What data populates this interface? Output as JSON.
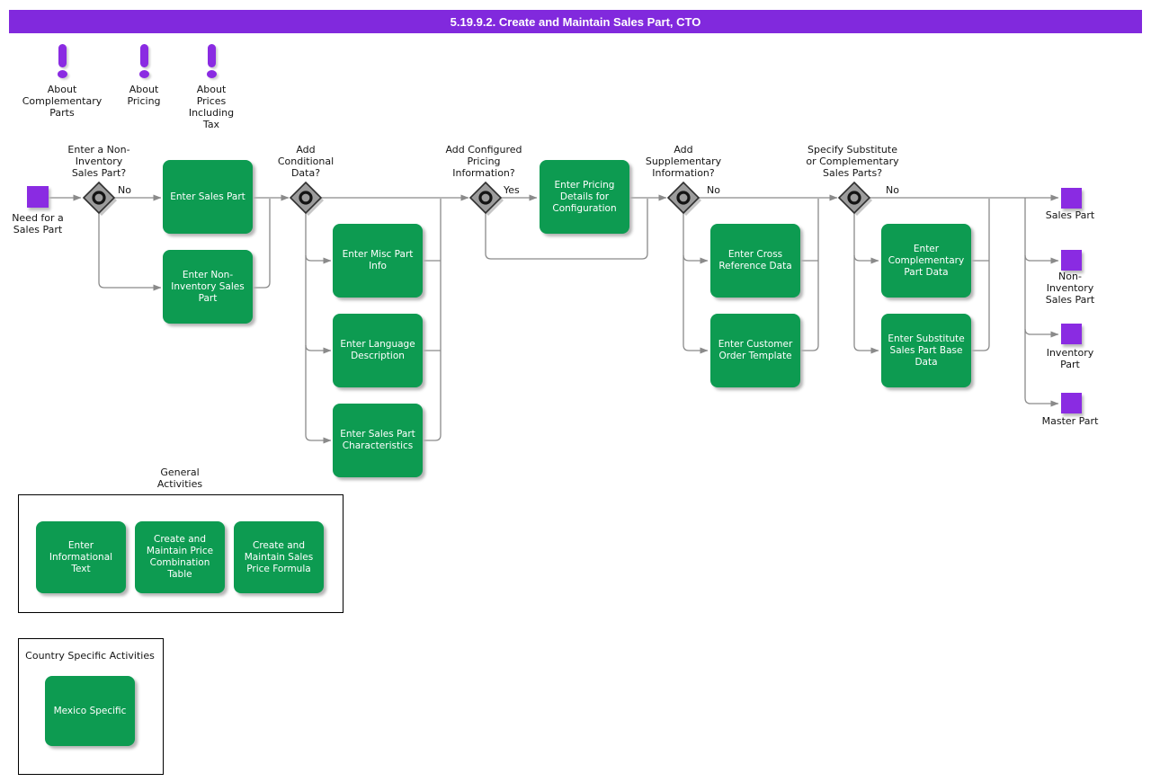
{
  "title_bar": {
    "text": "5.19.9.2. Create and Maintain Sales Part, CTO"
  },
  "colors": {
    "title_bar_bg": "#8129dd",
    "node_purple": "#8a2be2",
    "activity_green": "#0d9b51",
    "line_gray": "#8a8a8a",
    "gateway_gray": "#9c9c9c"
  },
  "info_icons": [
    {
      "icon": "exclamation-icon",
      "label": "About\nComplementary\nParts"
    },
    {
      "icon": "exclamation-icon",
      "label": "About\nPricing"
    },
    {
      "icon": "exclamation-icon",
      "label": "About\nPrices\nIncluding\nTax"
    }
  ],
  "start": {
    "label": "Need for a\nSales Part"
  },
  "decisions": [
    {
      "label": "Enter a Non-\nInventory\nSales Part?",
      "branch": "No"
    },
    {
      "label": "Add\nConditional\nData?",
      "branch": ""
    },
    {
      "label": "Add Configured\nPricing\nInformation?",
      "branch": "Yes"
    },
    {
      "label": "Add\nSupplementary\nInformation?",
      "branch": "No"
    },
    {
      "label": "Specify Substitute\nor Complementary\nSales Parts?",
      "branch": "No"
    }
  ],
  "activities": [
    {
      "label": "Enter Sales Part"
    },
    {
      "label": "Enter Non-\nInventory Sales\nPart"
    },
    {
      "label": "Enter Misc Part\nInfo"
    },
    {
      "label": "Enter Language\nDescription"
    },
    {
      "label": "Enter Sales Part\nCharacteristics"
    },
    {
      "label": "Enter Pricing\nDetails for\nConfiguration"
    },
    {
      "label": "Enter Cross\nReference Data"
    },
    {
      "label": "Enter Customer\nOrder Template"
    },
    {
      "label": "Enter\nComplementary\nPart Data"
    },
    {
      "label": "Enter Substitute\nSales Part Base\nData"
    }
  ],
  "ends": [
    {
      "label": "Sales Part"
    },
    {
      "label": "Non-\nInventory\nSales Part"
    },
    {
      "label": "Inventory\nPart"
    },
    {
      "label": "Master Part"
    }
  ],
  "sections": [
    {
      "title": "General\nActivities",
      "activities": [
        {
          "label": "Enter\nInformational\nText"
        },
        {
          "label": "Create and\nMaintain Price\nCombination\nTable"
        },
        {
          "label": "Create and\nMaintain Sales\nPrice Formula"
        }
      ]
    },
    {
      "title": "Country Specific Activities",
      "activities": [
        {
          "label": "Mexico Specific"
        }
      ]
    }
  ]
}
